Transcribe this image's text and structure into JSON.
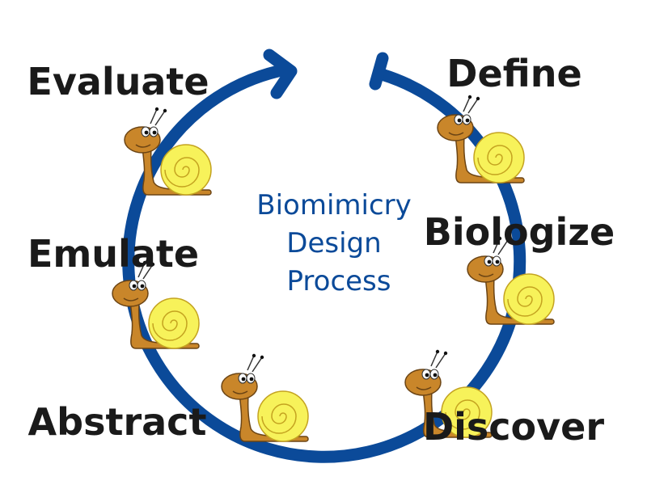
{
  "center_text": [
    "Biomimicry",
    "Design",
    "Process"
  ],
  "steps": [
    {
      "label": "Define",
      "order": 1
    },
    {
      "label": "Biologize",
      "order": 2
    },
    {
      "label": "Discover",
      "order": 3
    },
    {
      "label": "Abstract",
      "order": 4
    },
    {
      "label": "Emulate",
      "order": 5
    },
    {
      "label": "Evaluate",
      "order": 6
    }
  ],
  "colors": {
    "cycle": "#0b4a99",
    "snail_body": "#c9862a",
    "snail_shell": "#f7f25a",
    "label": "#1a1a1a",
    "center_text": "#0b4a99"
  },
  "icons": [
    "snail-icon",
    "arrowhead-icon"
  ]
}
